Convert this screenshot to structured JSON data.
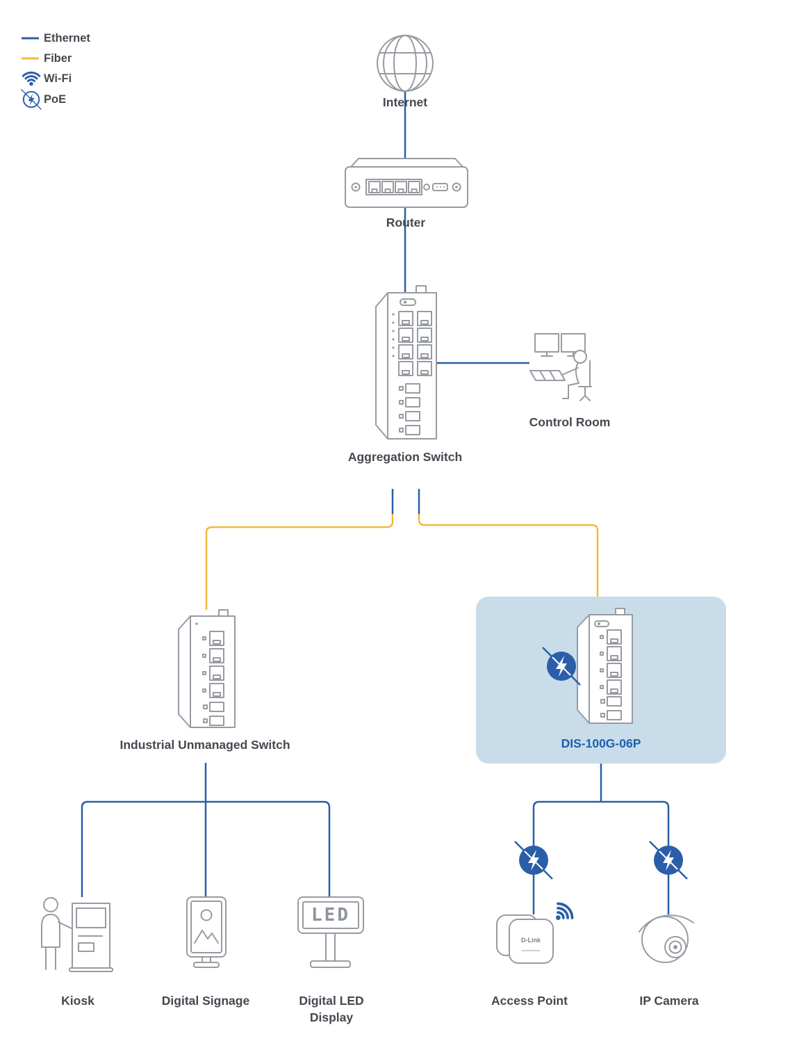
{
  "colors": {
    "ethernet": "#2a5ea8",
    "fiber": "#f2b93b",
    "stroke": "#979ba1",
    "label": "#45484f",
    "accent": "#1f5fae",
    "highlight": "#c8dde9"
  },
  "legend": {
    "items": [
      {
        "id": "ethernet",
        "icon": "ethernet-line",
        "label": "Ethernet"
      },
      {
        "id": "fiber",
        "icon": "fiber-line",
        "label": "Fiber"
      },
      {
        "id": "wifi",
        "icon": "wifi-icon",
        "label": "Wi-Fi"
      },
      {
        "id": "poe",
        "icon": "poe-icon",
        "label": "PoE"
      }
    ]
  },
  "nodes": {
    "internet": {
      "label": "Internet",
      "icon": "globe-icon"
    },
    "router": {
      "label": "Router",
      "icon": "router-icon"
    },
    "aggregation_switch": {
      "label": "Aggregation Switch",
      "icon": "industrial-switch-icon"
    },
    "control_room": {
      "label": "Control Room",
      "icon": "operator-workstation-icon"
    },
    "industrial_switch": {
      "label": "Industrial Unmanaged Switch",
      "icon": "industrial-switch-icon"
    },
    "dis_switch": {
      "label": "DIS-100G-06P",
      "icon": "industrial-poe-switch-icon",
      "highlighted": true
    },
    "kiosk": {
      "label": "Kiosk",
      "icon": "kiosk-icon"
    },
    "digital_signage": {
      "label": "Digital Signage",
      "icon": "signage-icon"
    },
    "digital_led_display": {
      "label": "Digital LED Display",
      "icon": "led-display-icon"
    },
    "access_point": {
      "label": "Access Point",
      "icon": "access-point-icon"
    },
    "ip_camera": {
      "label": "IP Camera",
      "icon": "dome-camera-icon"
    }
  },
  "device_text": {
    "led_display": "LED",
    "access_point_brand": "D-Link"
  },
  "connections": [
    {
      "from": "internet",
      "to": "router",
      "type": "ethernet"
    },
    {
      "from": "router",
      "to": "aggregation_switch",
      "type": "ethernet"
    },
    {
      "from": "aggregation_switch",
      "to": "control_room",
      "type": "ethernet"
    },
    {
      "from": "aggregation_switch",
      "to": "industrial_switch",
      "type": "fiber"
    },
    {
      "from": "aggregation_switch",
      "to": "dis_switch",
      "type": "fiber"
    },
    {
      "from": "industrial_switch",
      "to": "kiosk",
      "type": "ethernet"
    },
    {
      "from": "industrial_switch",
      "to": "digital_signage",
      "type": "ethernet"
    },
    {
      "from": "industrial_switch",
      "to": "digital_led_display",
      "type": "ethernet"
    },
    {
      "from": "dis_switch",
      "to": "access_point",
      "type": "ethernet_poe"
    },
    {
      "from": "dis_switch",
      "to": "ip_camera",
      "type": "ethernet_poe"
    }
  ]
}
